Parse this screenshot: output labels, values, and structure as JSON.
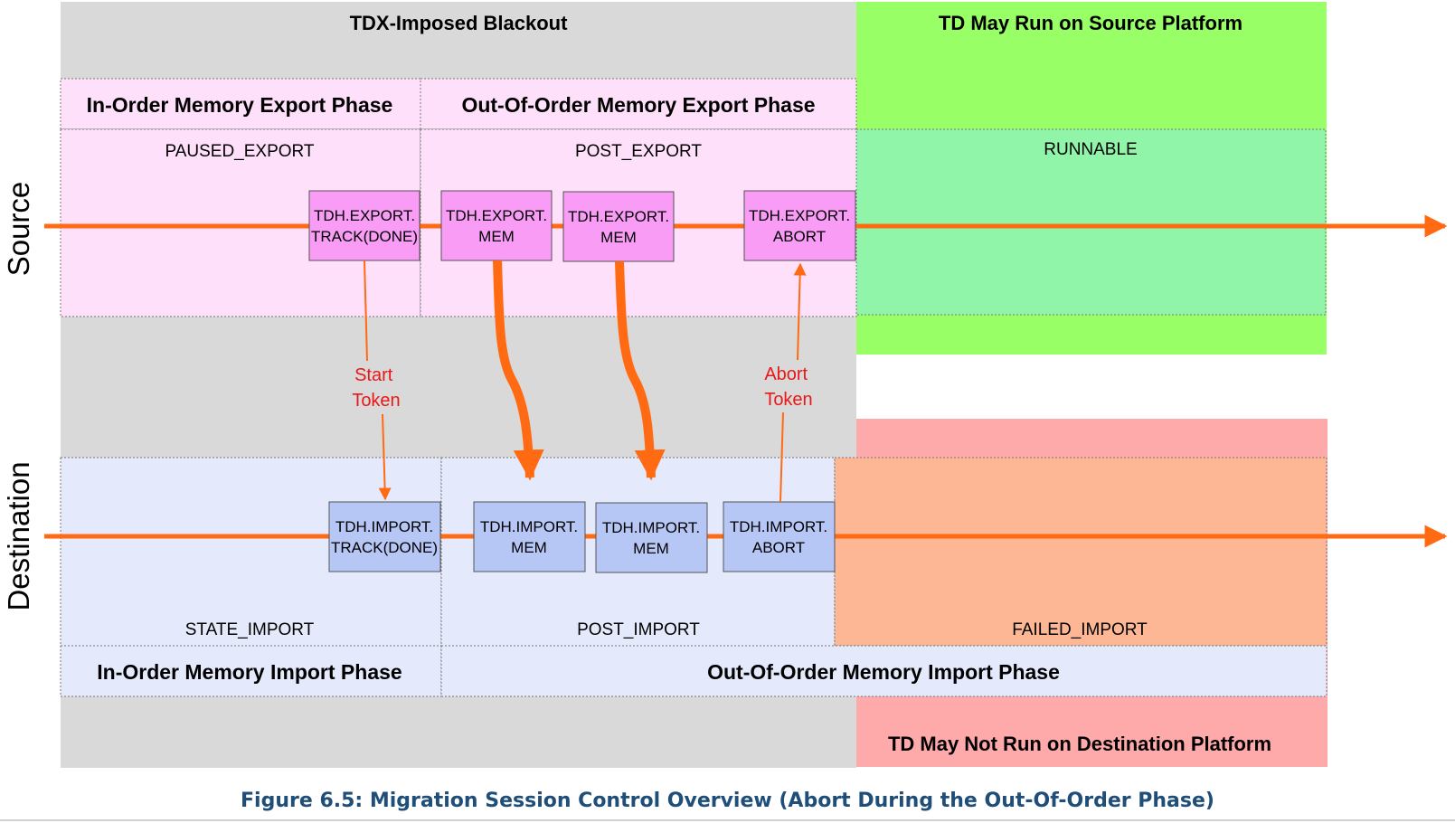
{
  "regions": {
    "blackout": "TDX-Imposed Blackout",
    "source_run": "TD May Run on Source Platform",
    "dest_no_run": "TD May Not Run on Destination Platform"
  },
  "side_labels": {
    "source": "Source",
    "destination": "Destination"
  },
  "phases": {
    "in_order_export": "In-Order Memory Export Phase",
    "out_of_order_export": "Out-Of-Order Memory Export Phase",
    "in_order_import": "In-Order Memory Import Phase",
    "out_of_order_import": "Out-Of-Order Memory Import Phase"
  },
  "states": {
    "paused_export": "PAUSED_EXPORT",
    "post_export": "POST_EXPORT",
    "runnable": "RUNNABLE",
    "state_import": "STATE_IMPORT",
    "post_import": "POST_IMPORT",
    "failed_import": "FAILED_IMPORT"
  },
  "functions": {
    "export_track": [
      "TDH.EXPORT.",
      "TRACK(DONE)"
    ],
    "export_mem_1": [
      "TDH.EXPORT.",
      "MEM"
    ],
    "export_mem_2": [
      "TDH.EXPORT.",
      "MEM"
    ],
    "export_abort": [
      "TDH.EXPORT.",
      "ABORT"
    ],
    "import_track": [
      "TDH.IMPORT.",
      "TRACK(DONE)"
    ],
    "import_mem_1": [
      "TDH.IMPORT.",
      "MEM"
    ],
    "import_mem_2": [
      "TDH.IMPORT.",
      "MEM"
    ],
    "import_abort": [
      "TDH.IMPORT.",
      "ABORT"
    ]
  },
  "tokens": {
    "start": [
      "Start",
      "Token"
    ],
    "abort": [
      "Abort",
      "Token"
    ]
  },
  "caption": "Figure 6.5:  Migration Session Control Overview (Abort During the Out-Of-Order Phase)",
  "colors": {
    "blackout": "#d9d9d9",
    "source_run": "#99ff66",
    "runnable": "#90f5a8",
    "export_zone": "#ffe0fb",
    "export_box": "#f89cf6",
    "import_zone": "#e4eafb",
    "import_box": "#b6c6f5",
    "failed_zone": "#fdb795",
    "dest_no_run": "#ffaaaa",
    "timeline": "#ff6a13",
    "token_text": "#e81818"
  }
}
